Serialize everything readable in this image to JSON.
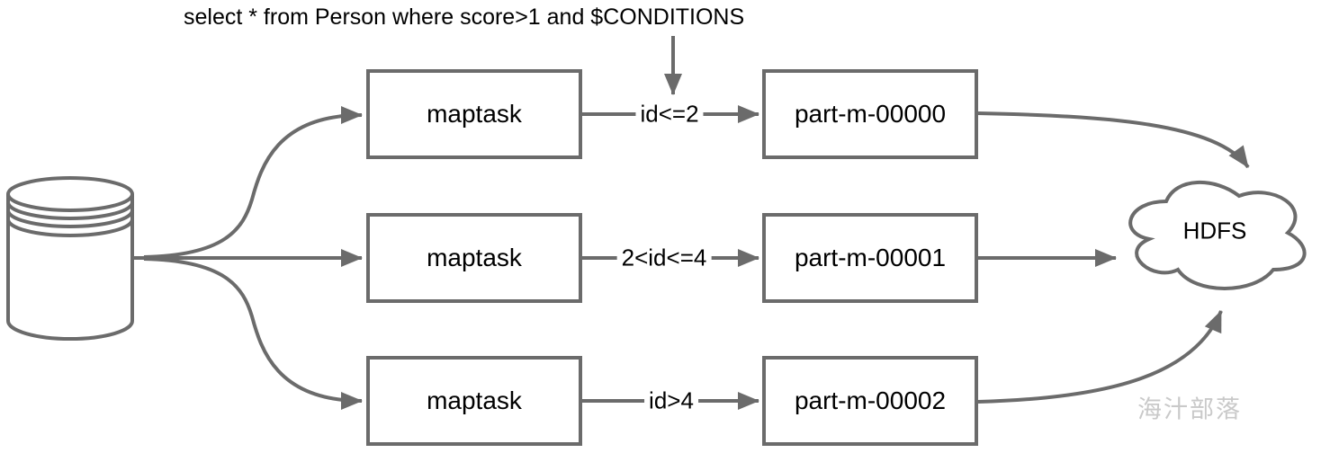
{
  "diagram": {
    "title_semantic": "sqoop-parallel-import-flow",
    "query_annotation": "select * from Person where score>1 and $CONDITIONS",
    "source": {
      "name": "database",
      "icon": "database-cylinder-icon"
    },
    "rows": [
      {
        "task": "maptask",
        "condition": "id<=2",
        "output": "part-m-00000"
      },
      {
        "task": "maptask",
        "condition": "2<id<=4",
        "output": "part-m-00001"
      },
      {
        "task": "maptask",
        "condition": "id>4",
        "output": "part-m-00002"
      }
    ],
    "sink": {
      "label": "HDFS",
      "icon": "cloud-icon"
    },
    "watermark": "海汁部落",
    "colors": {
      "stroke": "#6b6b6b",
      "text": "#000000",
      "watermark": "#c9c9c9",
      "background": "#ffffff"
    }
  }
}
